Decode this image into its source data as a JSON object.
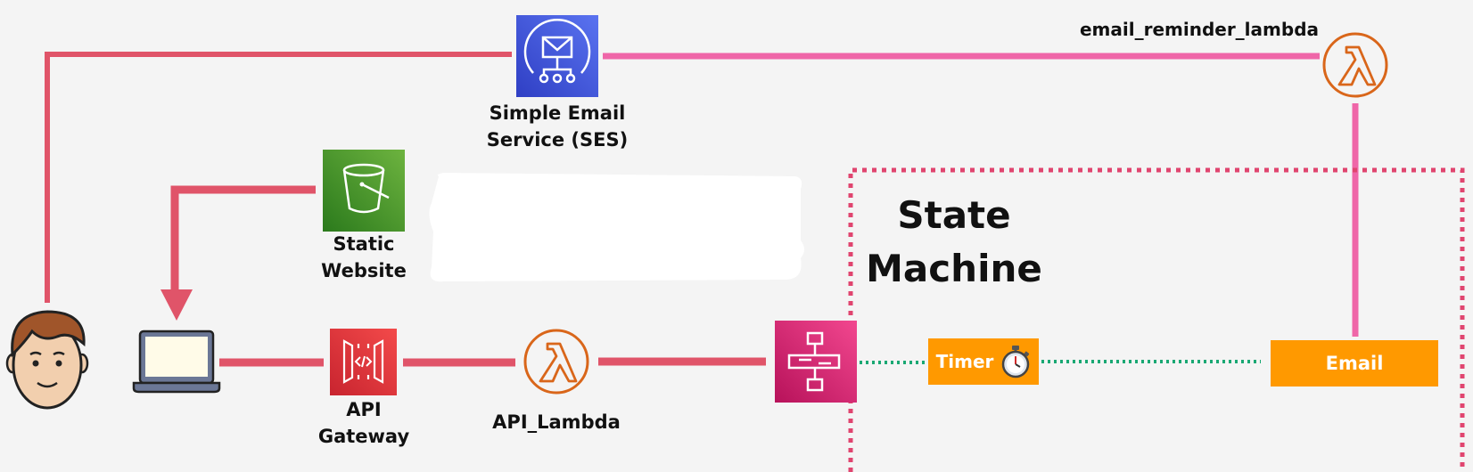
{
  "labels": {
    "ses": [
      "Simple Email",
      "Service (SES)"
    ],
    "static_website": [
      "Static",
      "Website"
    ],
    "api_gateway": [
      "API",
      "Gateway"
    ],
    "api_lambda": "API_Lambda",
    "email_reminder_lambda": "email_reminder_lambda",
    "state_machine": [
      "State",
      "Machine"
    ],
    "timer": "Timer",
    "email": "Email"
  },
  "colors": {
    "red_line": "#e05469",
    "pink_line": "#ef66a8",
    "green_dotted": "#1aa873",
    "state_border": "#e0456f",
    "orange": "#ff9900",
    "lambda_orange": "#d9661a"
  },
  "icons": {
    "user": "user-avatar-icon",
    "laptop": "laptop-icon",
    "api_gateway": "api-gateway-icon",
    "lambda": "lambda-icon",
    "step_functions": "step-functions-icon",
    "ses": "ses-email-icon",
    "s3": "s3-bucket-icon",
    "stopwatch": "stopwatch-icon"
  }
}
